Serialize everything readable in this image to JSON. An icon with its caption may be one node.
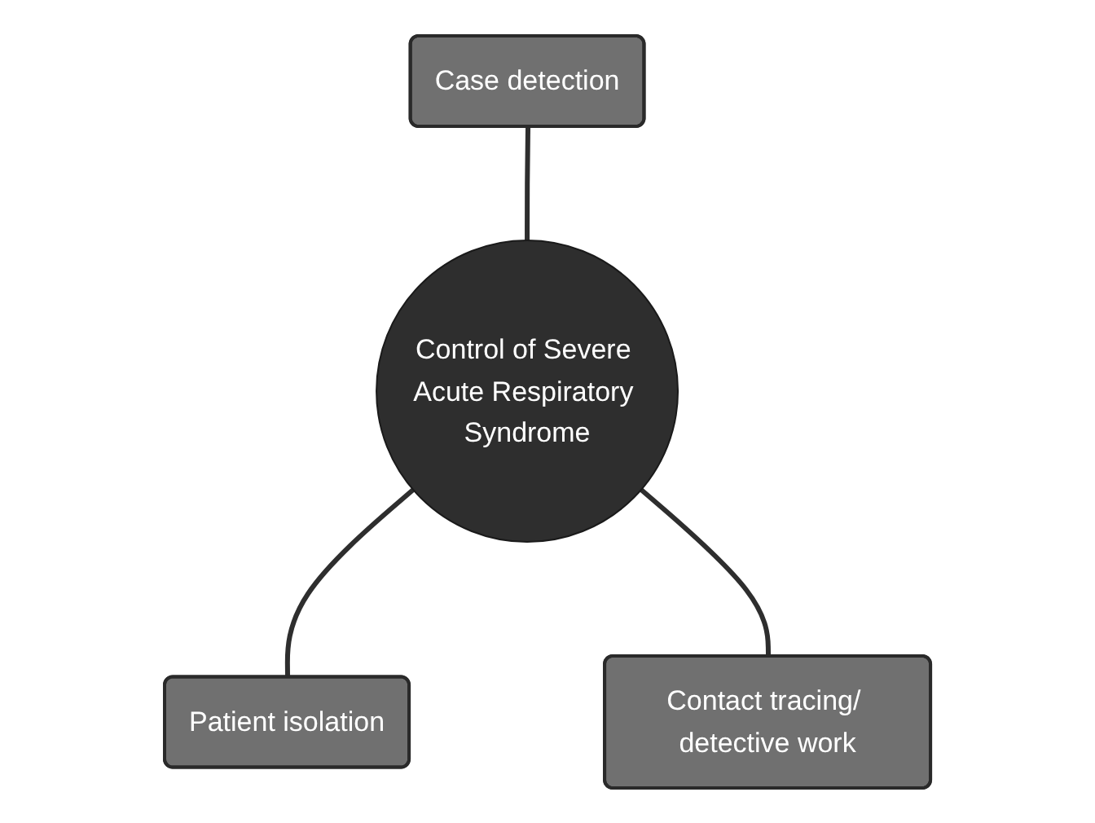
{
  "diagram": {
    "nodes": [
      {
        "text": [
          "Case detection"
        ]
      },
      {
        "text": [
          "Control of Severe Acute Respiratory Syndrome"
        ]
      },
      {
        "text": [
          "Patient isolation"
        ]
      },
      {
        "text": [
          "Contact tracing/ detective work"
        ]
      }
    ],
    "edges": [
      {
        "from": 0,
        "to": 1,
        "arrow": "none"
      },
      {
        "from": 1,
        "to": 2,
        "arrow": "none"
      },
      {
        "from": 1,
        "to": 3,
        "arrow": "none"
      }
    ]
  }
}
